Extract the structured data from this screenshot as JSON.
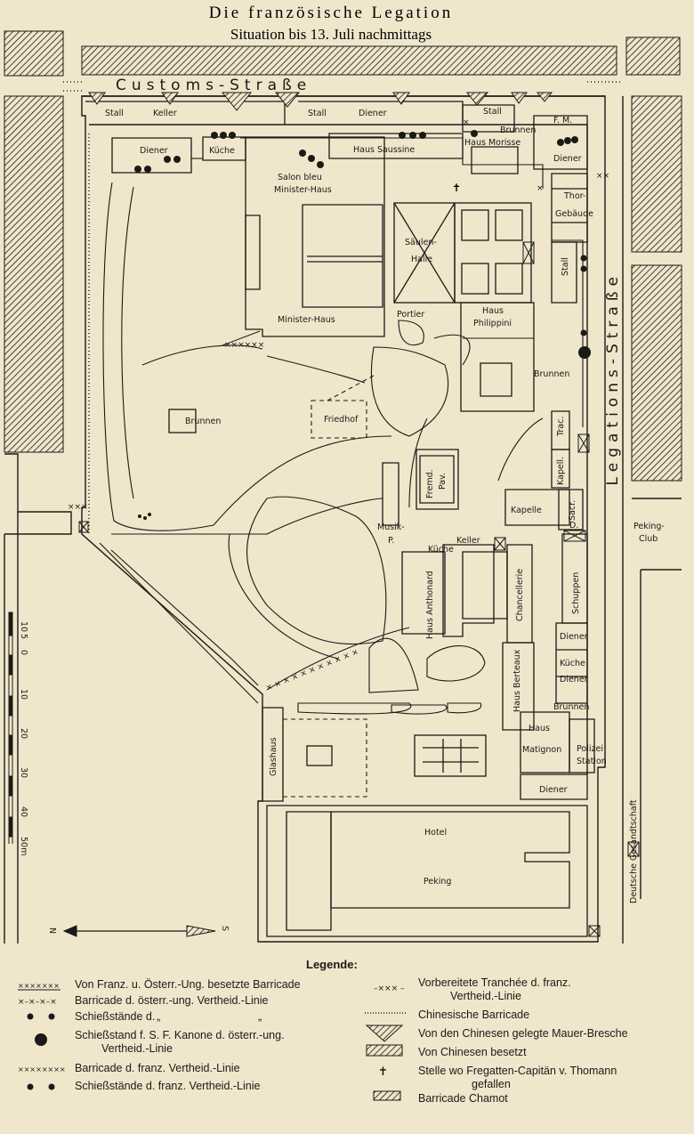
{
  "title": "Die französische Legation",
  "subtitle": "Situation bis 13. Juli nachmittags",
  "streets": {
    "customs": "Customs-Straße",
    "legations": "Legations-Straße"
  },
  "labels": {
    "stall_1": "Stall",
    "keller_1": "Keller",
    "stall_2": "Stall",
    "diener_1": "Diener",
    "stall_3": "Stall",
    "fm": "F. M.",
    "brunnen_1": "Brunnen",
    "haus_morisse": "Haus Morisse",
    "diener_2": "Diener",
    "kueche_1": "Küche",
    "diener_3": "Diener",
    "haus_saussine": "Haus Saussine",
    "salon_bleu": "Salon bleu",
    "minister_haus_1": "Minister-Haus",
    "thor": "Thor-",
    "gebaeude": "Gebäude",
    "saeulen": "Säulen-",
    "halle": "Halle",
    "stall_4": "Stall",
    "minister_haus_2": "Minister-Haus",
    "portier": "Portier",
    "haus_philippini_1": "Haus",
    "haus_philippini_2": "Philippini",
    "brunnen_2": "Brunnen",
    "brunnen_3": "Brunnen",
    "friedhof": "Friedhof",
    "trac": "Trac.",
    "fremd": "Fremd.",
    "pav": "Pav.",
    "kapell": "Kapell.",
    "sacr": "Sacr.",
    "kapelle": "Kapelle",
    "musik": "Musik-",
    "musik_p": "P.",
    "keller_2": "Keller",
    "kueche_2": "Küche",
    "d_label": "D.",
    "haus_anthonard": "Haus Anthonard",
    "chancellerie": "Chancellerie",
    "schuppen": "Schuppen",
    "diener_4": "Diener",
    "kueche_3": "Küche",
    "diener_5": "Diener",
    "haus_berteaux": "Haus Berteaux",
    "brunnen_4": "Brunnen",
    "haus_matignon_1": "Haus",
    "haus_matignon_2": "Matignon",
    "polizei": "Polizei",
    "station": "Station",
    "glashaus": "Glashaus",
    "diener_6": "Diener",
    "hotel": "Hotel",
    "peking": "Peking",
    "peking_club_1": "Peking-",
    "peking_club_2": "Club",
    "deutsche_gesandtschaft": "Deutsche Gesandtschaft"
  },
  "scale": {
    "ticks": [
      "10",
      "5",
      "0",
      "10",
      "20",
      "30",
      "40",
      "50m"
    ]
  },
  "compass": {
    "n": "N",
    "s": "S"
  },
  "legend": {
    "title": "Legende:",
    "left": [
      "Von Franz. u. Österr.-Ung. besetzte Barricade",
      "Barricade d. österr.-ung. Vertheid.-Linie",
      "Schießstände d.",
      "Schießstand f. S. F. Kanone d. österr.-ung.",
      "Vertheid.-Linie",
      "Barricade d. franz. Vertheid.-Linie",
      "Schießstände d. franz. Vertheid.-Linie"
    ],
    "ditto": "„",
    "right": [
      "Vorbereitete Tranchée d. franz.",
      "Vertheid.-Linie",
      "Chinesische Barricade",
      "Von den Chinesen gelegte Mauer-Bresche",
      "Von Chinesen besetzt",
      "Stelle wo Fregatten-Capitän v. Thomann",
      "gefallen",
      "Barricade Chamot"
    ]
  },
  "colors": {
    "paper": "#efe6cc",
    "ink": "#1c1a16"
  }
}
